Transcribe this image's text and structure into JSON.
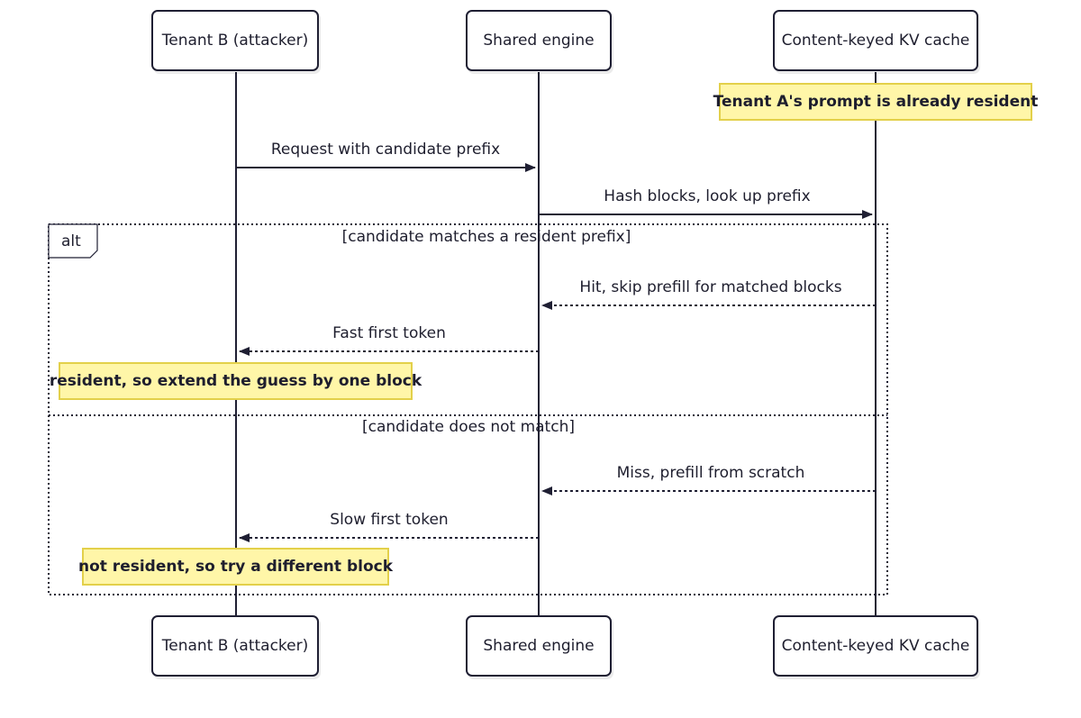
{
  "participants": {
    "tenant_b": "Tenant B (attacker)",
    "engine": "Shared engine",
    "cache": "Content-keyed KV cache"
  },
  "notes": {
    "resident_note": "Tenant A's prompt is already resident",
    "hit_note": "resident, so extend the guess by one block",
    "miss_note": "not resident, so try a different block"
  },
  "messages": {
    "request": "Request with candidate prefix",
    "lookup": "Hash blocks, look up prefix",
    "hit": "Hit, skip prefill for matched blocks",
    "fast": "Fast first token",
    "miss": "Miss, prefill from scratch",
    "slow": "Slow first token"
  },
  "alt_block": {
    "label": "alt",
    "condition_1": "[candidate matches a resident prefix]",
    "condition_2": "[candidate does not match]"
  },
  "colors": {
    "line": "#1f1f33",
    "note_fill": "#fff6a8",
    "note_border": "#e3d04a"
  }
}
